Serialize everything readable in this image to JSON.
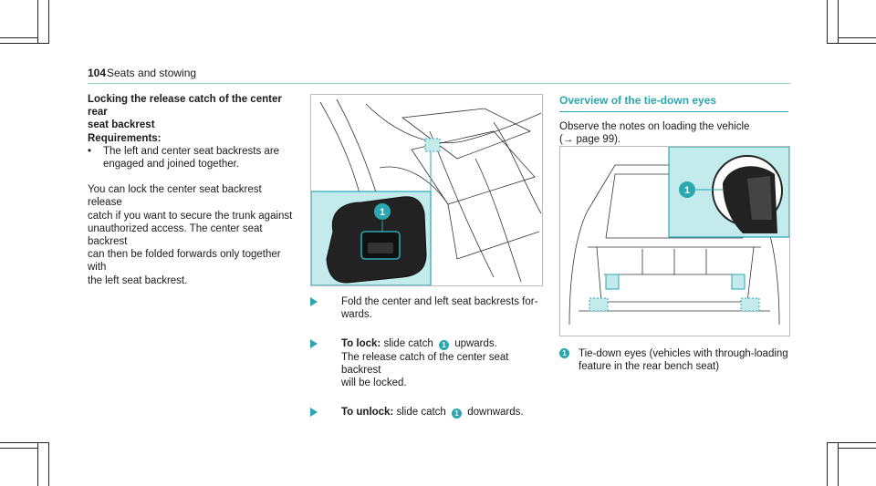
{
  "header": {
    "page_number": "104",
    "section": "Seats and stowing"
  },
  "left": {
    "heading_line1": "Locking the release catch of the center rear",
    "heading_line2": "seat backrest",
    "requirements_label": "Requirements:",
    "bullet_symbol": "•",
    "requirement_l1": "The left and center seat backrests are",
    "requirement_l2": "engaged and joined together.",
    "body_l1": "You can lock the center seat backrest release",
    "body_l2": "catch if you want to secure the trunk against",
    "body_l3": "unauthorized access. The center seat backrest",
    "body_l4": "can then be folded forwards only together with",
    "body_l5": "the left seat backrest."
  },
  "middle": {
    "figure_callout": "1",
    "step1_l1": "Fold the center and left seat backrests for-",
    "step1_l2": "wards.",
    "step2_bold": "To lock:",
    "step2_text_a": "slide catch",
    "step2_badge": "1",
    "step2_text_b": "upwards.",
    "step2_l2": "The release catch of the center seat backrest",
    "step2_l3": "will be locked.",
    "step3_bold": "To unlock:",
    "step3_text_a": "slide catch",
    "step3_badge": "1",
    "step3_text_b": "downwards."
  },
  "right": {
    "title": "Overview of the tie-down eyes",
    "body_l1": "Observe the notes on loading the vehicle",
    "body_l2": "(→ page 99).",
    "figure_callout": "1",
    "legend_badge": "1",
    "legend_l1": "Tie-down eyes (vehicles with through-loading",
    "legend_l2": "feature in the rear bench seat)"
  },
  "colors": {
    "accent": "#2aa7b0",
    "highlight": "#c3ebec"
  }
}
